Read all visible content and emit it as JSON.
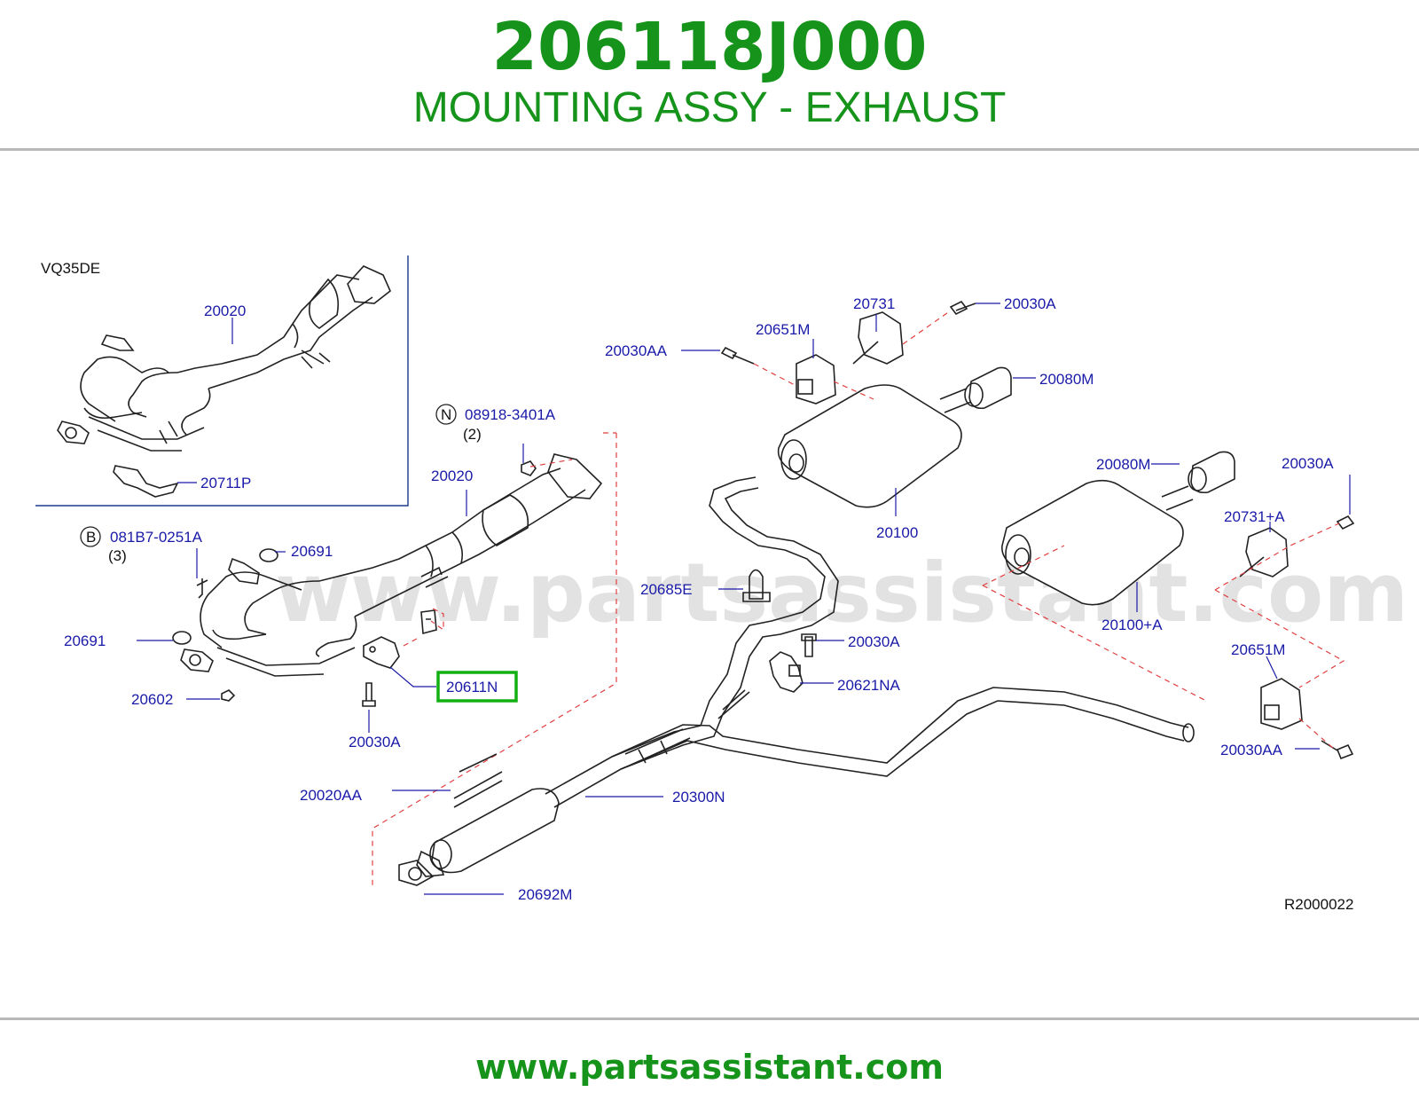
{
  "header": {
    "part_number": "206118J000",
    "part_description": "MOUNTING ASSY - EXHAUST"
  },
  "diagram": {
    "engine_label": "VQ35DE",
    "watermark": "www.partsassistant.com",
    "reference_code": "R2000022",
    "highlighted_part": "20611N",
    "callouts": {
      "inset_20020": "20020",
      "inset_20711P": "20711P",
      "n_code": "08918-3401A",
      "n_marker": "N",
      "n_qty": "(2)",
      "b_code": "081B7-0251A",
      "b_marker": "B",
      "b_qty": "(3)",
      "main_20020": "20020",
      "front_20691": "20691",
      "left_20691": "20691",
      "p20602": "20602",
      "p20611N": "20611N",
      "front_20030A": "20030A",
      "p20020AA": "20020AA",
      "p20300N": "20300N",
      "p20692M": "20692M",
      "p20030AA_top": "20030AA",
      "p20651M_top": "20651M",
      "p20731": "20731",
      "p20030A_top": "20030A",
      "p20080M_top": "20080M",
      "p20100": "20100",
      "p20080M_right": "20080M",
      "p20030A_right": "20030A",
      "p20731A": "20731+A",
      "p20685E": "20685E",
      "p20100A": "20100+A",
      "p20030A_mid": "20030A",
      "p20621NA": "20621NA",
      "p20651M_right": "20651M",
      "p20030AA_right": "20030AA"
    }
  },
  "footer": {
    "url": "www.partsassistant.com"
  }
}
